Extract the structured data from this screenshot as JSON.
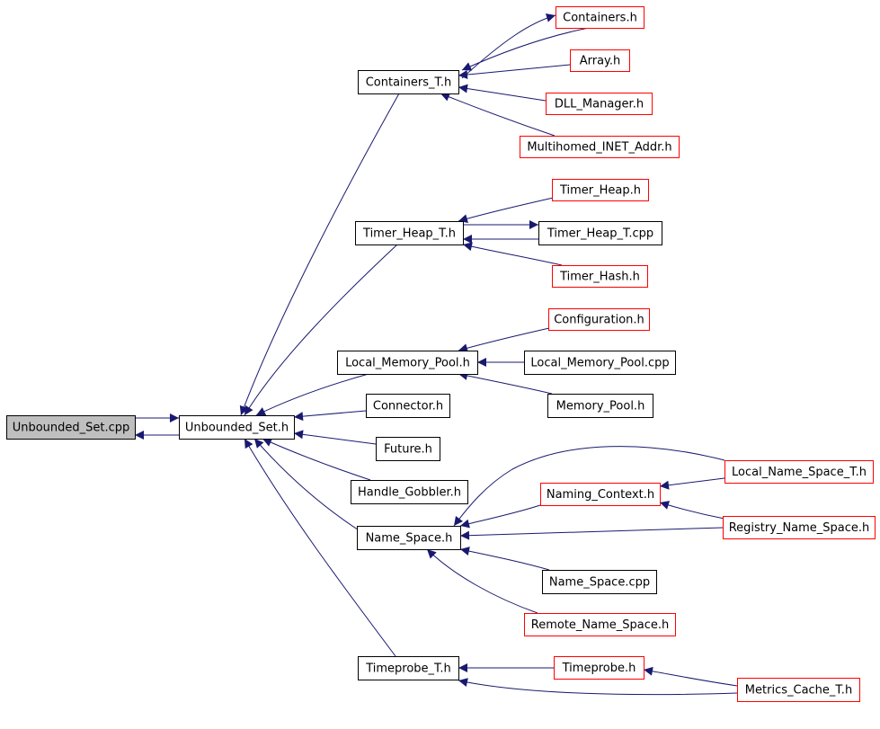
{
  "graph": {
    "edge_color": "#191970",
    "root_fill": "#bfbfbf",
    "nodes": [
      {
        "id": "unbounded_set_cpp",
        "label": "Unbounded_Set.cpp",
        "border": "black",
        "root": true
      },
      {
        "id": "unbounded_set_h",
        "label": "Unbounded_Set.h",
        "border": "black"
      },
      {
        "id": "containers_t_h",
        "label": "Containers_T.h",
        "border": "black"
      },
      {
        "id": "containers_h",
        "label": "Containers.h",
        "border": "red"
      },
      {
        "id": "array_h",
        "label": "Array.h",
        "border": "red"
      },
      {
        "id": "dll_manager_h",
        "label": "DLL_Manager.h",
        "border": "red"
      },
      {
        "id": "multihomed_inet_addr_h",
        "label": "Multihomed_INET_Addr.h",
        "border": "red"
      },
      {
        "id": "timer_heap_t_h",
        "label": "Timer_Heap_T.h",
        "border": "black"
      },
      {
        "id": "timer_heap_h",
        "label": "Timer_Heap.h",
        "border": "red"
      },
      {
        "id": "timer_heap_t_cpp",
        "label": "Timer_Heap_T.cpp",
        "border": "black"
      },
      {
        "id": "timer_hash_h",
        "label": "Timer_Hash.h",
        "border": "red"
      },
      {
        "id": "local_memory_pool_h",
        "label": "Local_Memory_Pool.h",
        "border": "black"
      },
      {
        "id": "configuration_h",
        "label": "Configuration.h",
        "border": "red"
      },
      {
        "id": "local_memory_pool_cpp",
        "label": "Local_Memory_Pool.cpp",
        "border": "black"
      },
      {
        "id": "memory_pool_h",
        "label": "Memory_Pool.h",
        "border": "black"
      },
      {
        "id": "connector_h",
        "label": "Connector.h",
        "border": "black"
      },
      {
        "id": "future_h",
        "label": "Future.h",
        "border": "black"
      },
      {
        "id": "handle_gobbler_h",
        "label": "Handle_Gobbler.h",
        "border": "black"
      },
      {
        "id": "name_space_h",
        "label": "Name_Space.h",
        "border": "black"
      },
      {
        "id": "local_name_space_t_h",
        "label": "Local_Name_Space_T.h",
        "border": "red"
      },
      {
        "id": "naming_context_h",
        "label": "Naming_Context.h",
        "border": "red"
      },
      {
        "id": "registry_name_space_h",
        "label": "Registry_Name_Space.h",
        "border": "red"
      },
      {
        "id": "name_space_cpp",
        "label": "Name_Space.cpp",
        "border": "black"
      },
      {
        "id": "remote_name_space_h",
        "label": "Remote_Name_Space.h",
        "border": "red"
      },
      {
        "id": "timeprobe_t_h",
        "label": "Timeprobe_T.h",
        "border": "black"
      },
      {
        "id": "timeprobe_h",
        "label": "Timeprobe.h",
        "border": "red"
      },
      {
        "id": "metrics_cache_t_h",
        "label": "Metrics_Cache_T.h",
        "border": "red"
      }
    ],
    "edges": [
      {
        "from": "unbounded_set_h",
        "to": "unbounded_set_cpp"
      },
      {
        "from": "unbounded_set_cpp",
        "to": "unbounded_set_h"
      },
      {
        "from": "containers_t_h",
        "to": "unbounded_set_h"
      },
      {
        "from": "timer_heap_t_h",
        "to": "unbounded_set_h"
      },
      {
        "from": "local_memory_pool_h",
        "to": "unbounded_set_h"
      },
      {
        "from": "connector_h",
        "to": "unbounded_set_h"
      },
      {
        "from": "future_h",
        "to": "unbounded_set_h"
      },
      {
        "from": "handle_gobbler_h",
        "to": "unbounded_set_h"
      },
      {
        "from": "name_space_h",
        "to": "unbounded_set_h"
      },
      {
        "from": "timeprobe_t_h",
        "to": "unbounded_set_h"
      },
      {
        "from": "containers_h",
        "to": "containers_t_h"
      },
      {
        "from": "containers_t_h",
        "to": "containers_h"
      },
      {
        "from": "array_h",
        "to": "containers_t_h"
      },
      {
        "from": "dll_manager_h",
        "to": "containers_t_h"
      },
      {
        "from": "multihomed_inet_addr_h",
        "to": "containers_t_h"
      },
      {
        "from": "timer_heap_h",
        "to": "timer_heap_t_h"
      },
      {
        "from": "timer_heap_t_h",
        "to": "timer_heap_t_cpp"
      },
      {
        "from": "timer_heap_t_cpp",
        "to": "timer_heap_t_h"
      },
      {
        "from": "timer_hash_h",
        "to": "timer_heap_t_h"
      },
      {
        "from": "configuration_h",
        "to": "local_memory_pool_h"
      },
      {
        "from": "local_memory_pool_cpp",
        "to": "local_memory_pool_h"
      },
      {
        "from": "memory_pool_h",
        "to": "local_memory_pool_h"
      },
      {
        "from": "local_name_space_t_h",
        "to": "name_space_h"
      },
      {
        "from": "naming_context_h",
        "to": "name_space_h"
      },
      {
        "from": "registry_name_space_h",
        "to": "name_space_h"
      },
      {
        "from": "name_space_cpp",
        "to": "name_space_h"
      },
      {
        "from": "remote_name_space_h",
        "to": "name_space_h"
      },
      {
        "from": "local_name_space_t_h",
        "to": "naming_context_h"
      },
      {
        "from": "registry_name_space_h",
        "to": "naming_context_h"
      },
      {
        "from": "timeprobe_h",
        "to": "timeprobe_t_h"
      },
      {
        "from": "metrics_cache_t_h",
        "to": "timeprobe_t_h"
      },
      {
        "from": "metrics_cache_t_h",
        "to": "timeprobe_h"
      }
    ]
  }
}
